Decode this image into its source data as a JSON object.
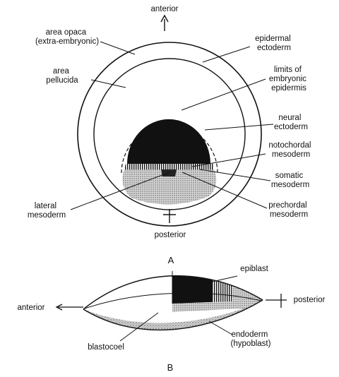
{
  "diagram_a": {
    "caption": "A",
    "anterior": "anterior",
    "posterior": "posterior",
    "area_opaca": [
      "area opaca",
      "(extra-embryonic)"
    ],
    "area_pellucida": [
      "area",
      "pellucida"
    ],
    "epidermal_ectoderm": [
      "epidermal",
      "ectoderm"
    ],
    "limits_embryonic_epidermis": [
      "limits of",
      "embryonic",
      "epidermis"
    ],
    "neural_ectoderm": [
      "neural",
      "ectoderm"
    ],
    "notochordal_mesoderm": [
      "notochordal",
      "mesoderm"
    ],
    "somatic_mesoderm": [
      "somatic",
      "mesoderm"
    ],
    "lateral_mesoderm": [
      "lateral",
      "mesoderm"
    ],
    "prechordal_mesoderm": [
      "prechordal",
      "mesoderm"
    ]
  },
  "diagram_b": {
    "caption": "B",
    "anterior": "anterior",
    "posterior": "posterior",
    "epiblast": "epiblast",
    "blastocoel": "blastocoel",
    "endoderm": [
      "endoderm",
      "(hypoblast)"
    ]
  }
}
